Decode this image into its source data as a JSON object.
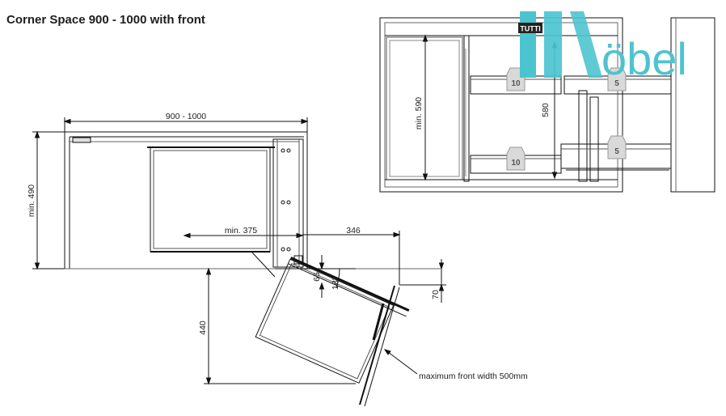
{
  "title": "Corner Space 900 - 1000 with front",
  "brand": {
    "badge": "TUTTI",
    "wordmark": "öbel",
    "accent": "#4cc4cf"
  },
  "plan_view": {
    "width_range": "900 - 1000",
    "min_depth": "min. 490",
    "min_opening": "min. 375",
    "offset": "346",
    "pull_out_depth": "440",
    "front_gap": "65",
    "angle": "18°",
    "front_offset": "70",
    "front_note": "maximum front width 500mm"
  },
  "side_view": {
    "min_height": "min. 590",
    "height": "580",
    "weights": [
      "10",
      "5",
      "10",
      "5"
    ]
  }
}
